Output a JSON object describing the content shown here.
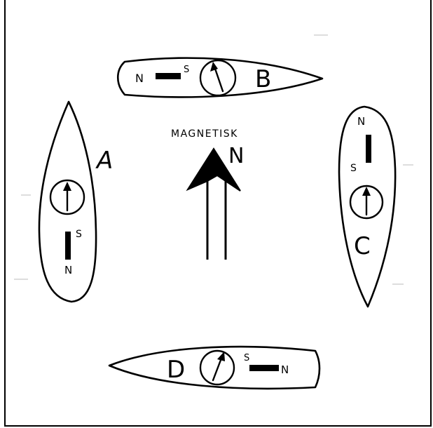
{
  "center": {
    "label_top": "MAGNETISK",
    "label_letter": "N"
  },
  "boats": {
    "A": {
      "letter": "A",
      "magnet_s": "S",
      "magnet_n": "N"
    },
    "B": {
      "letter": "B",
      "magnet_s": "S",
      "magnet_n": "N"
    },
    "C": {
      "letter": "C",
      "magnet_s": "S",
      "magnet_n": "N"
    },
    "D": {
      "letter": "D",
      "magnet_s": "S",
      "magnet_n": "N"
    }
  },
  "colors": {
    "ink": "#000000",
    "paper": "#ffffff"
  }
}
